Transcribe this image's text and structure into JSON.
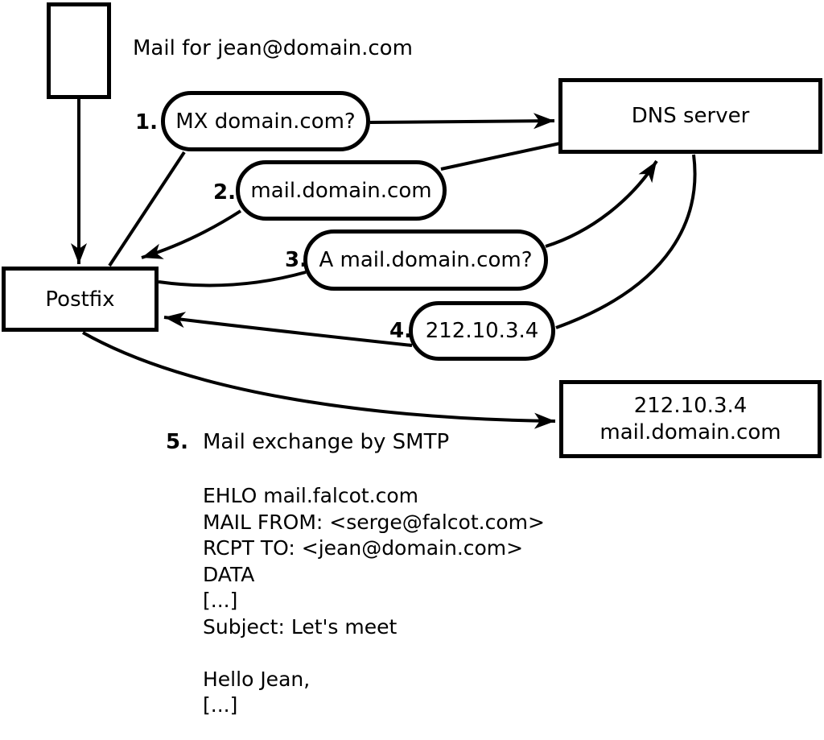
{
  "colors": {
    "ink": "#000000",
    "background": "#ffffff"
  },
  "diagram": {
    "mail_note": "Mail for jean@domain.com",
    "nodes": {
      "postfix": "Postfix",
      "dns": "DNS server",
      "dest_line1": "212.10.3.4",
      "dest_line2": "mail.domain.com"
    },
    "steps": [
      {
        "num": "1.",
        "label": "MX domain.com?"
      },
      {
        "num": "2.",
        "label": "mail.domain.com"
      },
      {
        "num": "3.",
        "label": "A mail.domain.com?"
      },
      {
        "num": "4.",
        "label": "212.10.3.4"
      },
      {
        "num": "5.",
        "label": "Mail exchange by SMTP"
      }
    ],
    "smtp_transcript": "EHLO mail.falcot.com\nMAIL FROM: <serge@falcot.com>\nRCPT TO: <jean@domain.com>\nDATA\n[...]\nSubject: Let's meet\n\nHello Jean,\n[...]\n\n."
  }
}
